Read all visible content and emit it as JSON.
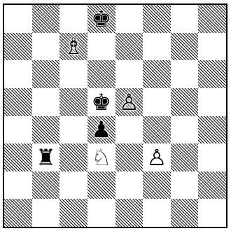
{
  "board": {
    "light_color": "#ffffff",
    "dark_pattern_color": "#1a1a1a",
    "border_color": "#000000",
    "orientation": "white-bottom",
    "files": [
      "a",
      "b",
      "c",
      "d",
      "e",
      "f",
      "g",
      "h"
    ],
    "ranks": [
      "8",
      "7",
      "6",
      "5",
      "4",
      "3",
      "2",
      "1"
    ]
  },
  "pieces": [
    {
      "square": "d8",
      "color": "black",
      "type": "king",
      "glyph": "♚"
    },
    {
      "square": "c7",
      "color": "white",
      "type": "bishop",
      "glyph": "♗"
    },
    {
      "square": "d5",
      "color": "black",
      "type": "king",
      "glyph": "♚"
    },
    {
      "square": "e5",
      "color": "white",
      "type": "pawn",
      "glyph": "♙"
    },
    {
      "square": "d4",
      "color": "black",
      "type": "pawn",
      "glyph": "♟"
    },
    {
      "square": "b3",
      "color": "black",
      "type": "rook",
      "glyph": "♜"
    },
    {
      "square": "d3",
      "color": "white",
      "type": "knight",
      "glyph": "♘"
    },
    {
      "square": "f3",
      "color": "white",
      "type": "pawn",
      "glyph": "♙"
    }
  ]
}
